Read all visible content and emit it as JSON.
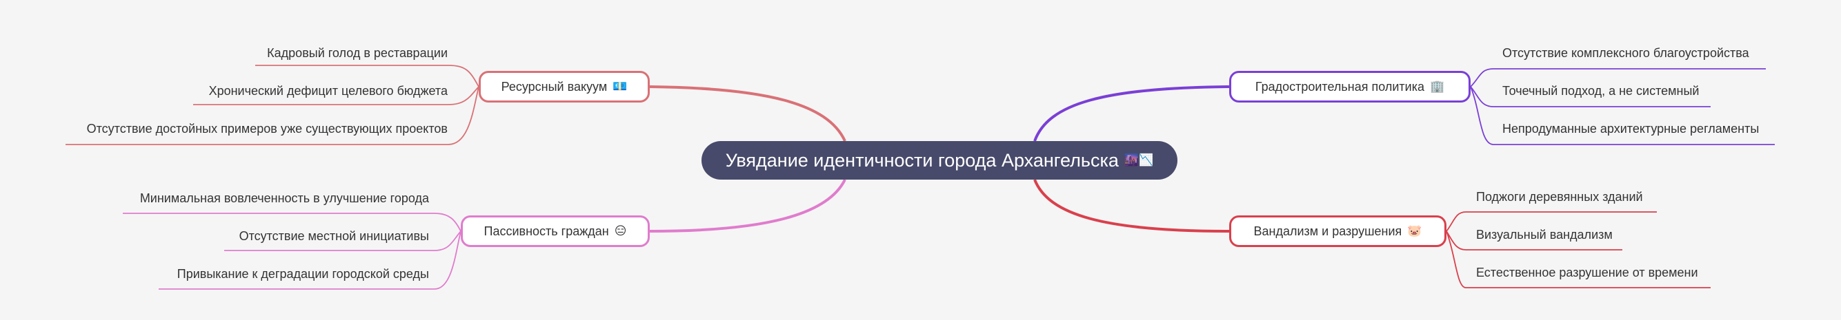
{
  "central": {
    "label": "Увядание идентичности города Архангельска",
    "emoji": "🌆📉"
  },
  "branches": [
    {
      "id": "resource",
      "label": "Ресурсный вакуум",
      "emoji": "💶",
      "color": "#d97176",
      "side": "left",
      "leaves": [
        "Кадровый голод в реставрации",
        "Хронический дефицит целевого бюджета",
        "Отсутствие достойных примеров уже существующих проектов"
      ]
    },
    {
      "id": "passivity",
      "label": "Пассивность граждан",
      "emoji": "😑",
      "color": "#e07ccd",
      "side": "left",
      "leaves": [
        "Минимальная вовлеченность в улучшение города",
        "Отсутствие местной инициативы",
        "Привыкание к деградации городской среды"
      ]
    },
    {
      "id": "urban",
      "label": "Градостроительная политика",
      "emoji": "🏢",
      "color": "#7a3fd6",
      "side": "right",
      "leaves": [
        "Отсутствие комплексного благоустройства",
        "Точечный подход, а не системный",
        "Непродуманные архитектурные регламенты"
      ]
    },
    {
      "id": "vandalism",
      "label": "Вандализм и разрушения",
      "emoji": "🐷",
      "color": "#d9404c",
      "side": "right",
      "leaves": [
        "Поджоги деревянных зданий",
        "Визуальный вандализм",
        "Естественное разрушение от времени"
      ]
    }
  ]
}
